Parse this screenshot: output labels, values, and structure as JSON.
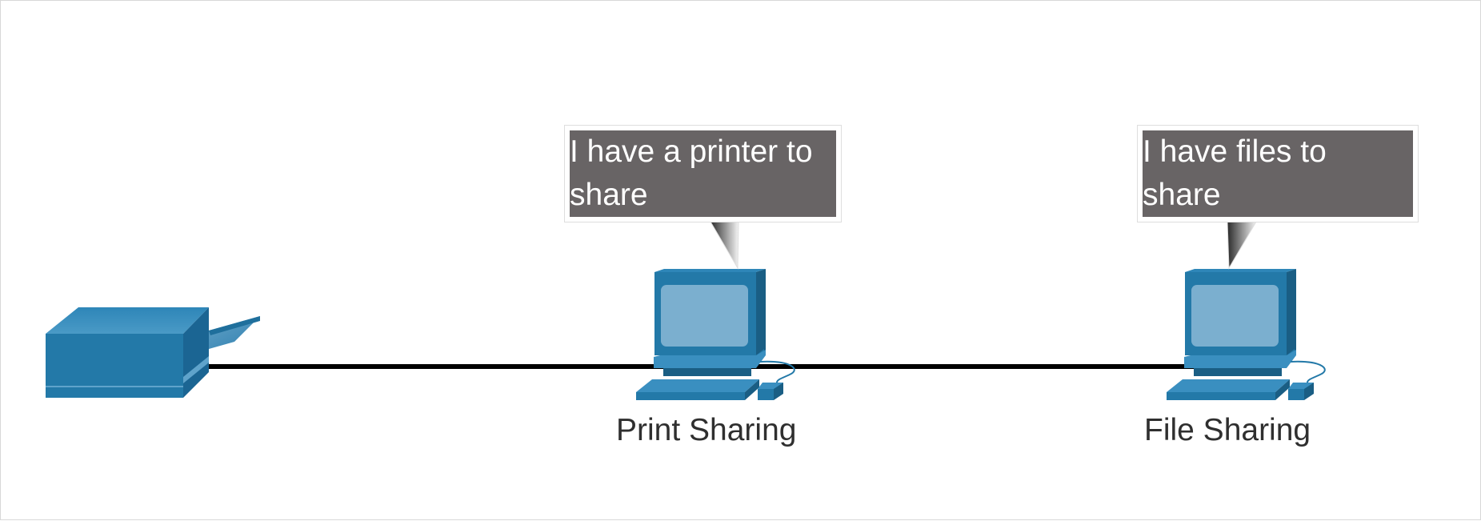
{
  "diagram": {
    "nodes": [
      {
        "id": "printer",
        "icon": "printer-icon",
        "label": ""
      },
      {
        "id": "print-sharing-pc",
        "icon": "computer-icon",
        "label": "Print Sharing"
      },
      {
        "id": "file-sharing-pc",
        "icon": "computer-icon",
        "label": "File Sharing"
      }
    ],
    "callouts": {
      "print": "I have a printer to share",
      "file": "I have files to share"
    },
    "labels": {
      "print_sharing": "Print Sharing",
      "file_sharing": "File Sharing"
    },
    "colors": {
      "device_blue": "#2379A8",
      "device_dark": "#1A5E84",
      "screen": "#7BAFCF",
      "callout_fill": "#686465",
      "link": "#000000"
    }
  }
}
